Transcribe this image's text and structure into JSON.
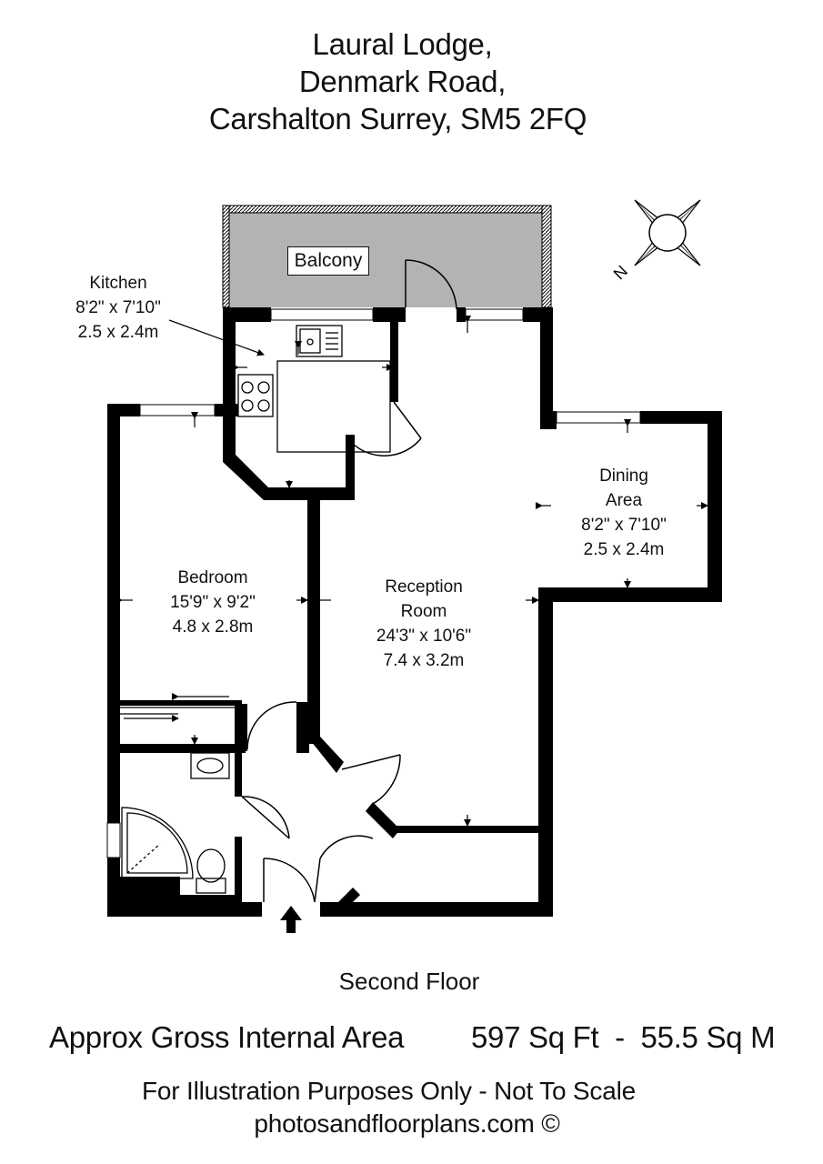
{
  "address": {
    "line1": "Laural Lodge,",
    "line2": "Denmark Road,",
    "line3": "Carshalton Surrey, SM5 2FQ"
  },
  "rooms": {
    "balcony": {
      "name": "Balcony"
    },
    "kitchen": {
      "name": "Kitchen",
      "imperial": "8'2\" x 7'10\"",
      "metric": "2.5 x 2.4m"
    },
    "dining": {
      "name_line1": "Dining",
      "name_line2": "Area",
      "imperial": "8'2\" x 7'10\"",
      "metric": "2.5 x 2.4m"
    },
    "bedroom": {
      "name": "Bedroom",
      "imperial": "15'9\" x 9'2\"",
      "metric": "4.8 x 2.8m"
    },
    "reception": {
      "name_line1": "Reception",
      "name_line2": "Room",
      "imperial": "24'3\" x 10'6\"",
      "metric": "7.4 x 3.2m"
    }
  },
  "compass": {
    "label": "N"
  },
  "floor_label": "Second Floor",
  "area": {
    "label": "Approx Gross Internal Area",
    "value": "597 Sq Ft  -  55.5 Sq M"
  },
  "disclaimer": {
    "line1": "For Illustration Purposes Only - Not To Scale",
    "line2": "photosandfloorplans.com ©"
  },
  "colors": {
    "wall": "#000000",
    "balcony_fill": "#b3b3b3"
  }
}
